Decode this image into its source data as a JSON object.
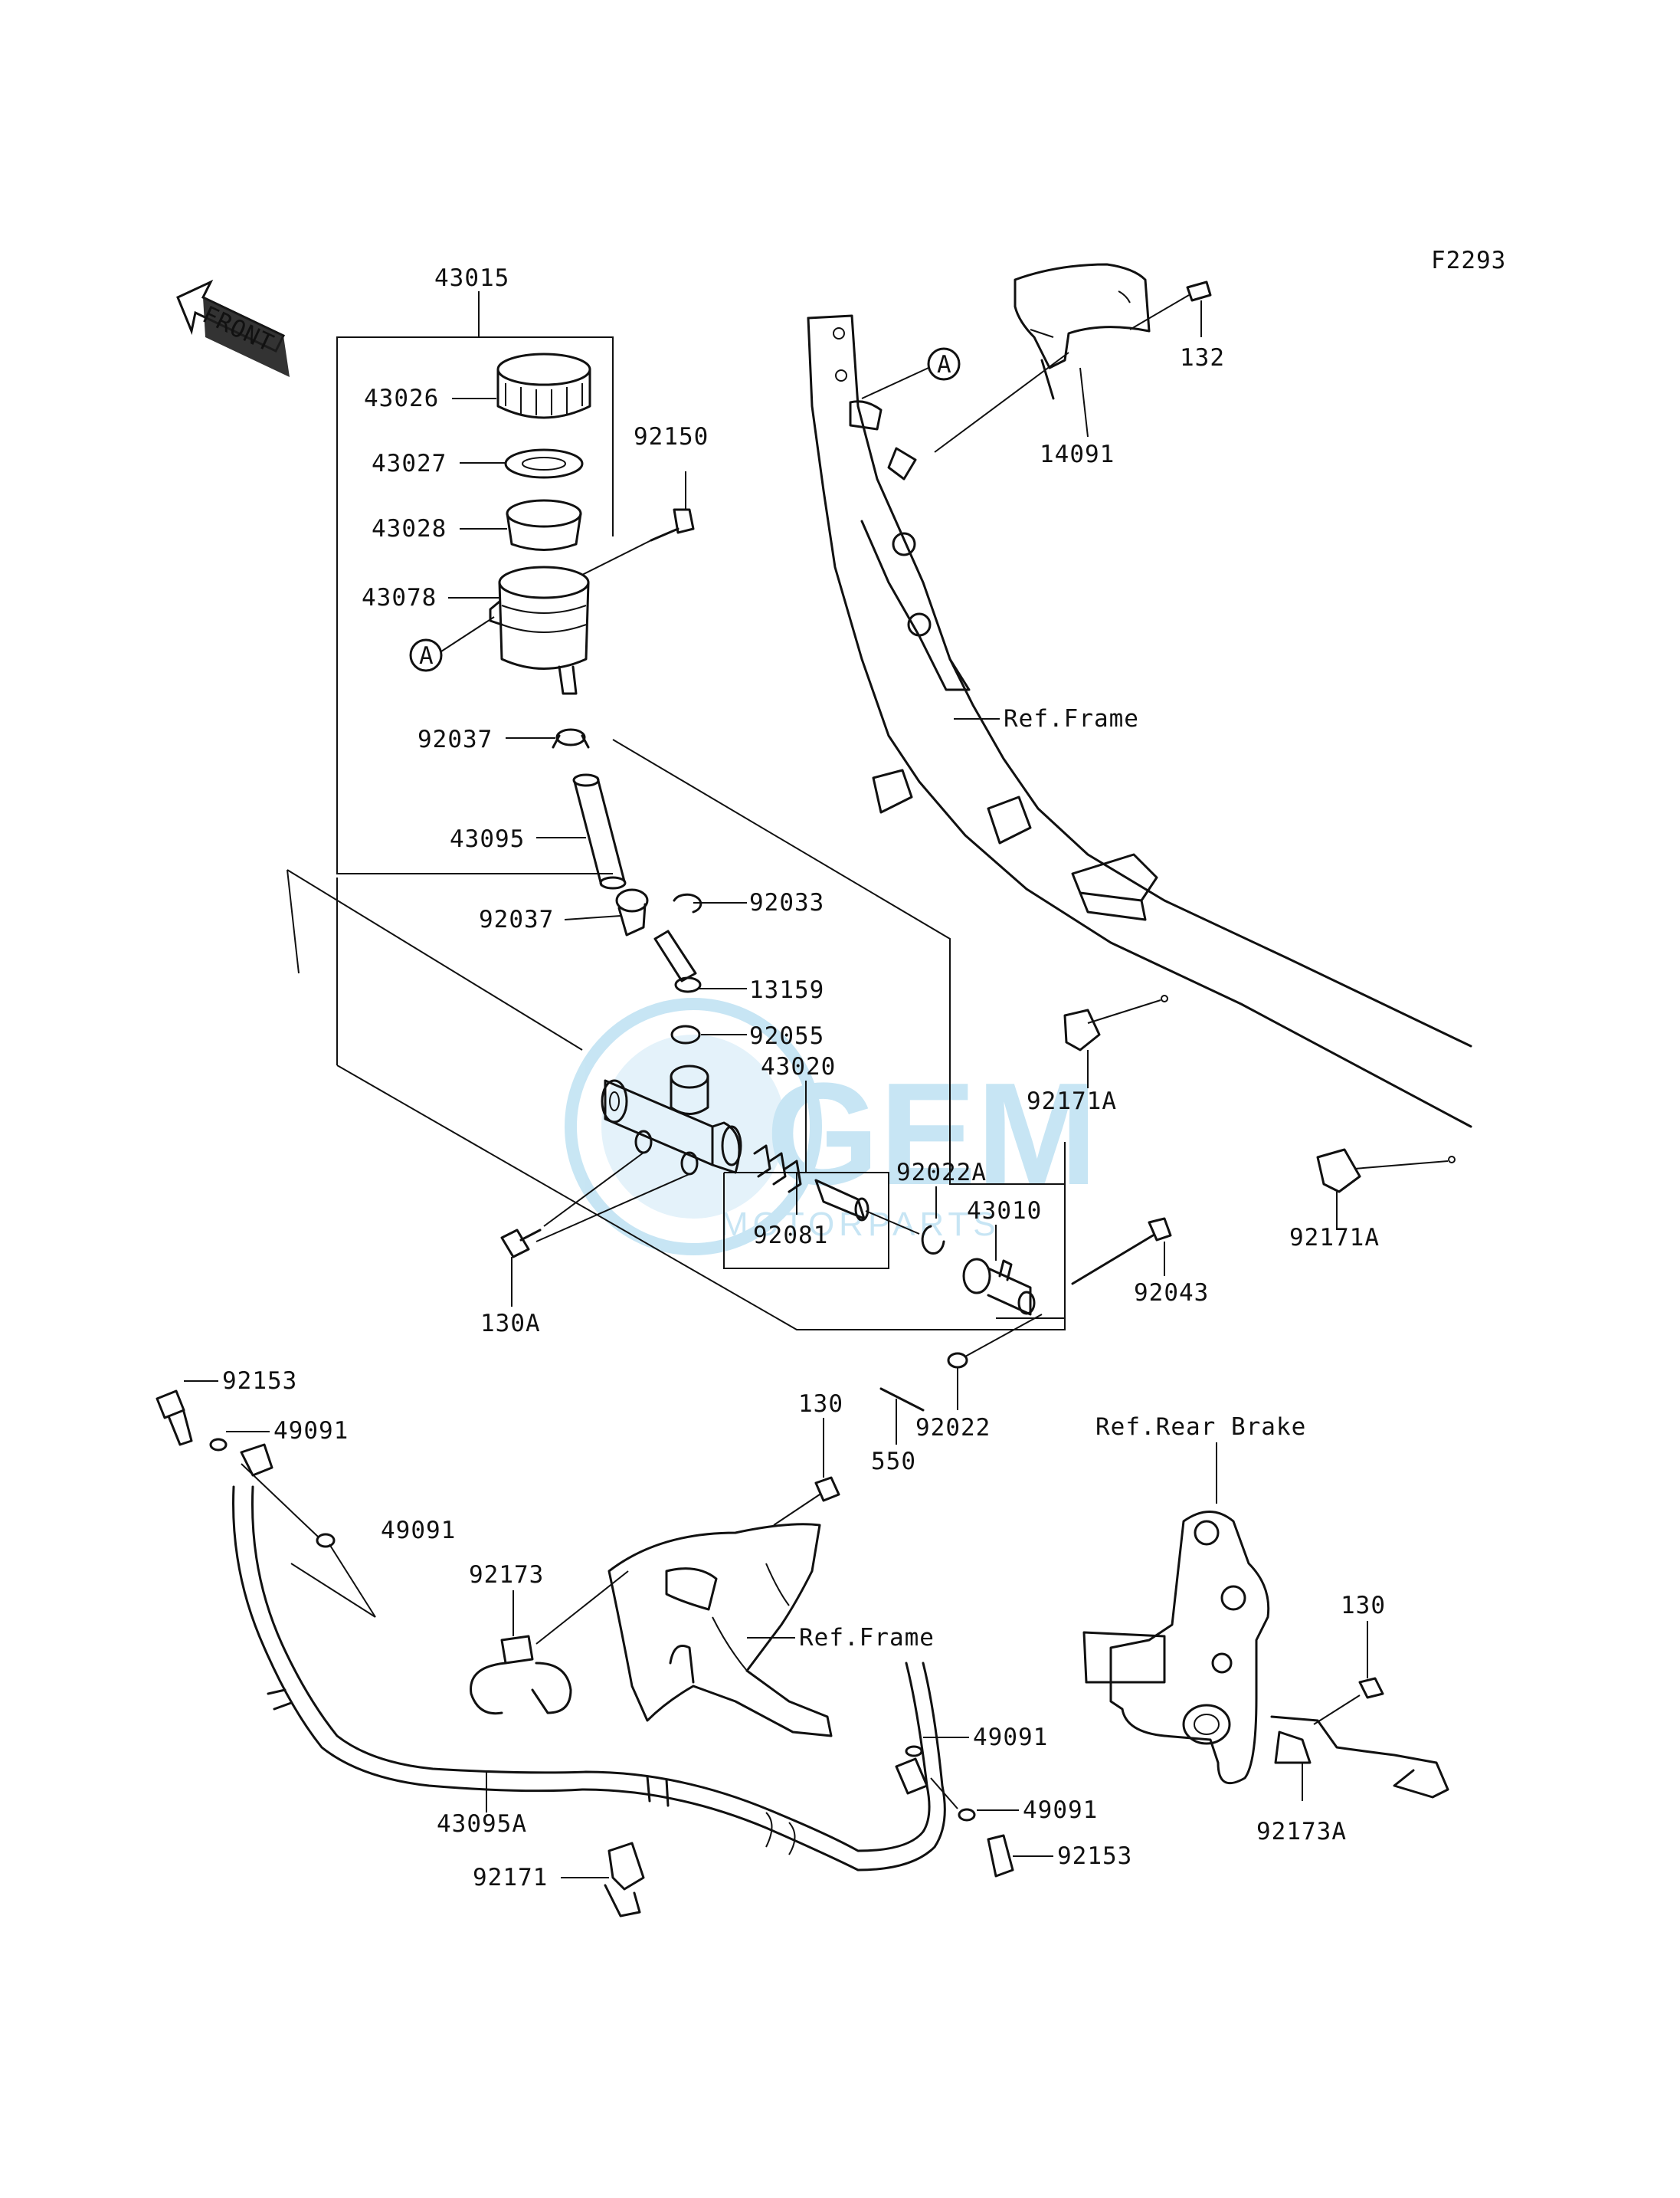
{
  "figure_code": "F2293",
  "front_arrow": {
    "text": "FRONT"
  },
  "watermark": {
    "brand": "GEM",
    "sub": "MOTORPARTS"
  },
  "callout_letter": "A",
  "labels": {
    "p43015": "43015",
    "p43026": "43026",
    "p43027": "43027",
    "p43028": "43028",
    "p43078": "43078",
    "p92150": "92150",
    "p92037a": "92037",
    "p43095": "43095",
    "p92037b": "92037",
    "p92033": "92033",
    "p13159": "13159",
    "p92055": "92055",
    "p43020": "43020",
    "p92022A": "92022A",
    "p43010": "43010",
    "p92081": "92081",
    "p130A": "130A",
    "p92043": "92043",
    "p92022": "92022",
    "p550": "550",
    "p132": "132",
    "p14091": "14091",
    "refFrame1": "Ref.Frame",
    "p92171A_1": "92171A",
    "p92171A_2": "92171A",
    "p92153a": "92153",
    "p49091a": "49091",
    "p49091b": "49091",
    "p130a": "130",
    "p92173": "92173",
    "refFrame2": "Ref.Frame",
    "p43095A": "43095A",
    "p92171": "92171",
    "p49091c": "49091",
    "p49091d": "49091",
    "p92153b": "92153",
    "refRearBrake": "Ref.Rear Brake",
    "p130b": "130",
    "p92173A": "92173A"
  }
}
